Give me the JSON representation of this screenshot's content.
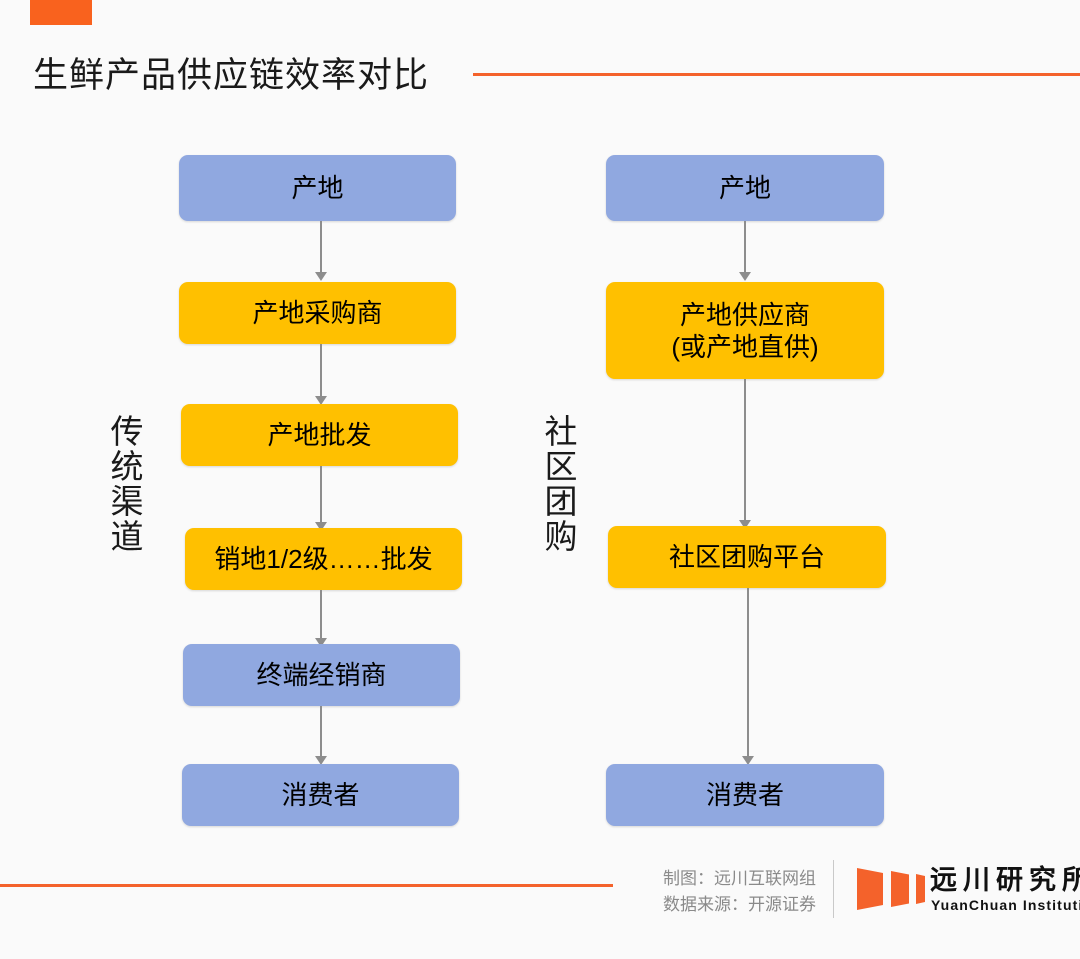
{
  "header": {
    "title": "生鲜产品供应链效率对比",
    "accent_color": "#f9621e",
    "rule_color": "#f4622b"
  },
  "palette": {
    "blue": "#90a8e0",
    "amber": "#ffc000",
    "connector": "#8d8d8d",
    "text": "#000000",
    "credits_text": "#8a8a8a"
  },
  "diagram": {
    "type": "flowchart",
    "columns": [
      {
        "id": "traditional",
        "side_label": "传统渠道",
        "nodes": [
          {
            "label": "产地",
            "color": "blue"
          },
          {
            "label": "产地采购商",
            "color": "amber"
          },
          {
            "label": "产地批发",
            "color": "amber"
          },
          {
            "label": "销地1/2级……批发",
            "color": "amber"
          },
          {
            "label": "终端经销商",
            "color": "blue"
          },
          {
            "label": "消费者",
            "color": "blue"
          }
        ]
      },
      {
        "id": "community-group-buy",
        "side_label": "社区团购",
        "nodes": [
          {
            "label": "产地",
            "color": "blue"
          },
          {
            "label": "产地供应商\n(或产地直供)",
            "color": "amber"
          },
          {
            "label": "社区团购平台",
            "color": "amber"
          },
          {
            "label": "消费者",
            "color": "blue"
          }
        ]
      }
    ]
  },
  "footer": {
    "credit_line_1": "制图：远川互联网组",
    "credit_line_2": "数据来源：开源证券",
    "logo_cn": "远川研究所",
    "logo_en": "YuanChuan Institution"
  }
}
